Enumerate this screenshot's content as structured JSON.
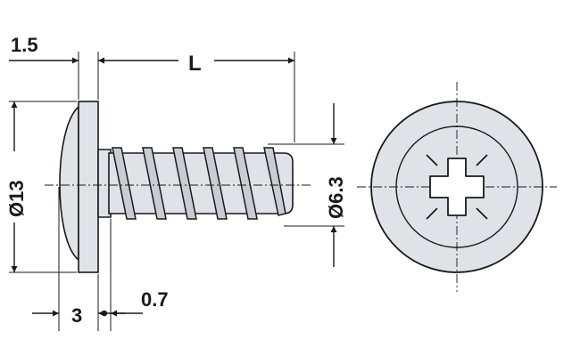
{
  "labels": {
    "head_thickness": "1.5",
    "length": "L",
    "head_diameter": "Ø13",
    "thread_diameter": "Ø6.3",
    "flange_offset": "3",
    "thread_gap": "0.7"
  },
  "colors": {
    "fill": "#dfe2e6",
    "fill_dark": "#c9cdd3",
    "stroke": "#1a1a1a",
    "background": "#ffffff"
  },
  "icons": {
    "drive": "pozidriv-cross-icon",
    "arrow": "dimension-arrow-icon"
  }
}
